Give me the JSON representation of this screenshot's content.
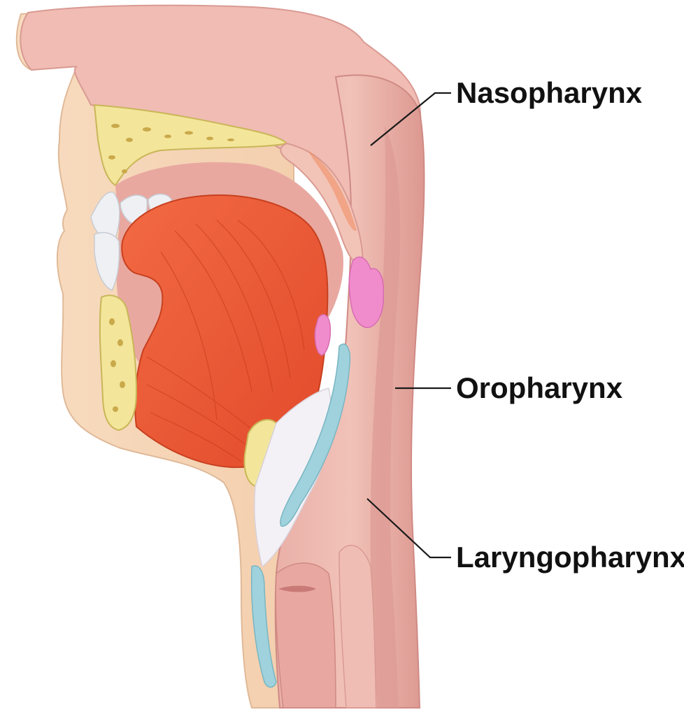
{
  "labels": {
    "nasopharynx": "Nasopharynx",
    "oropharynx": "Oropharynx",
    "laryngopharynx": "Laryngopharynx"
  },
  "colors": {
    "skin": "#f6d7b8",
    "mucosa": "#e8a8a0",
    "mucosa_dark": "#d98c88",
    "bone": "#f3e59a",
    "tongue_muscle": "#ec5a35",
    "cartilage": "#9fd2dc",
    "tonsil": "#f08ccc",
    "teeth": "#f2f2f4",
    "label": "#111111"
  }
}
